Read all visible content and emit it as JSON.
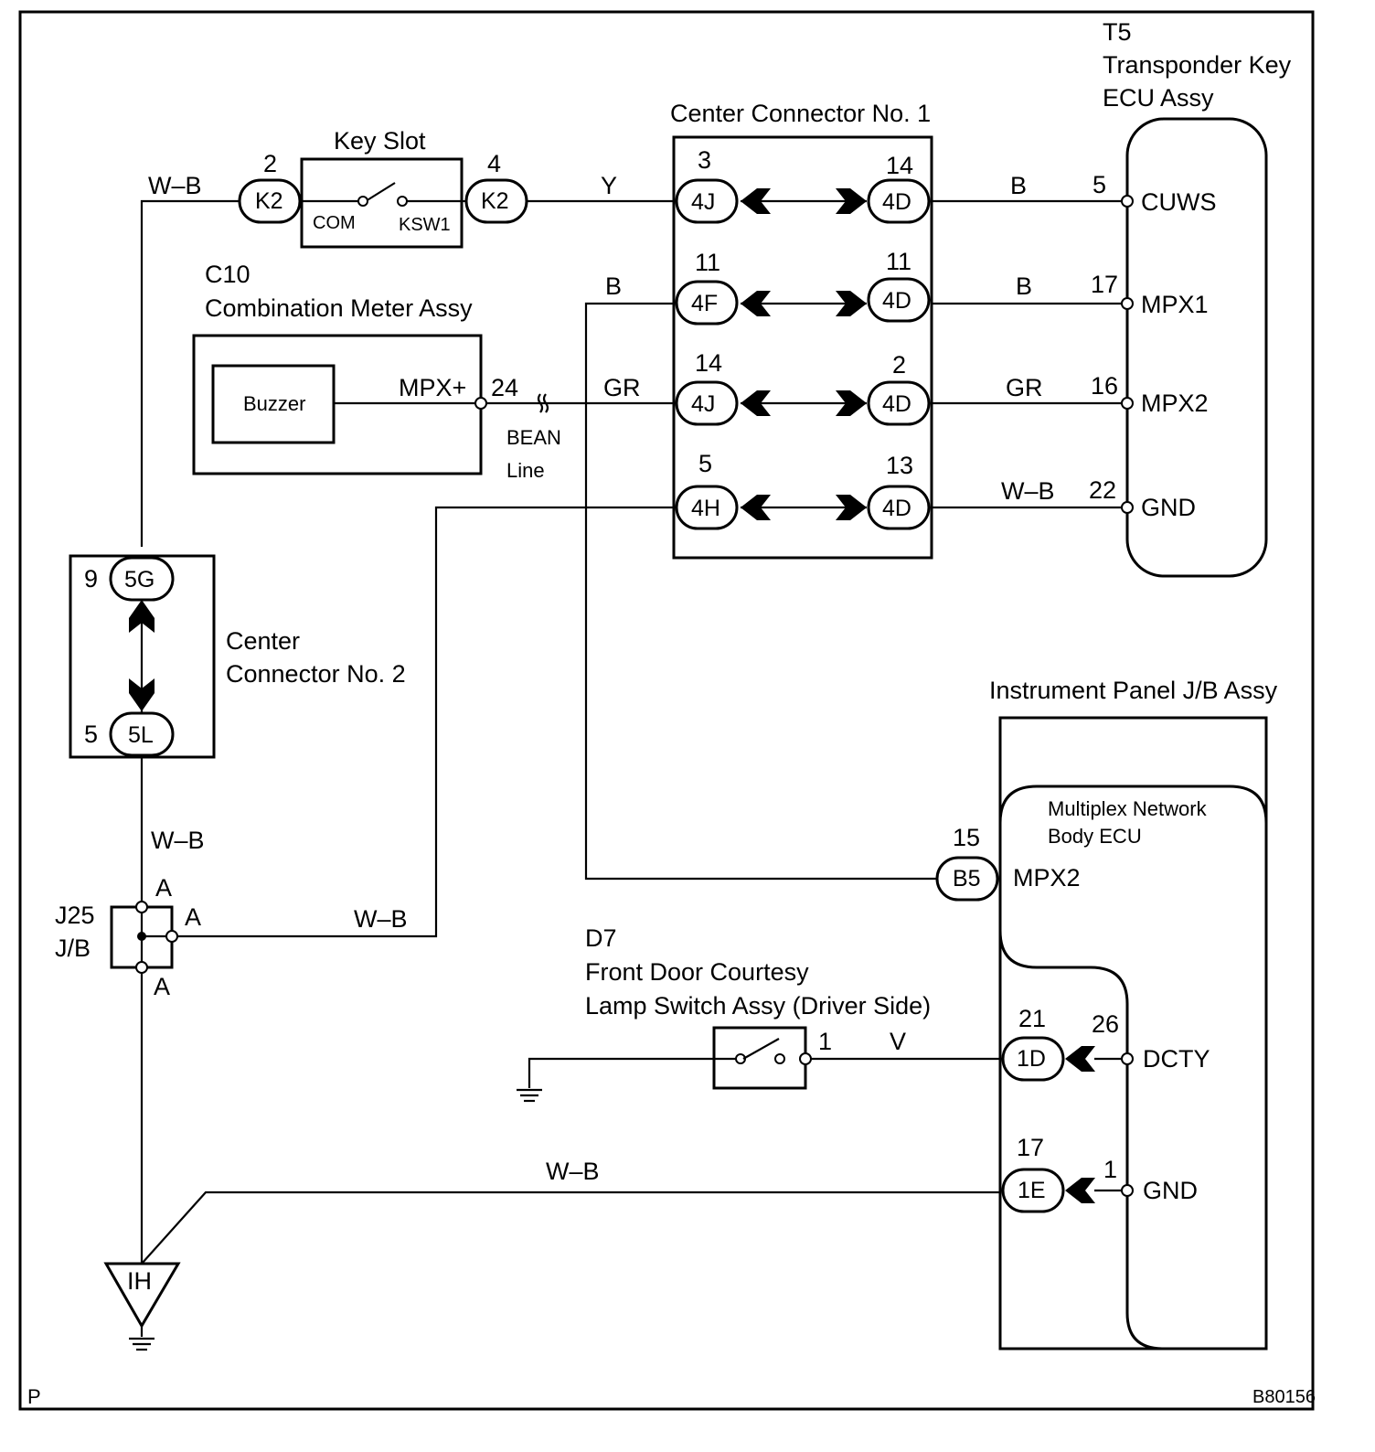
{
  "components": {
    "t5": {
      "code": "T5",
      "name_line1": "Transponder Key",
      "name_line2": "ECU Assy",
      "pins": {
        "cuws": "CUWS",
        "mpx1": "MPX1",
        "mpx2": "MPX2",
        "gnd": "GND"
      },
      "pin_numbers": {
        "cuws": "5",
        "mpx1": "17",
        "mpx2": "16",
        "gnd": "22"
      }
    },
    "key_slot": {
      "name": "Key Slot",
      "com": "COM",
      "ksw1": "KSW1"
    },
    "center_connector_1": {
      "name": "Center Connector No. 1"
    },
    "c10": {
      "code": "C10",
      "name": "Combination Meter Assy",
      "buzzer": "Buzzer",
      "pin": "MPX+",
      "pin_number": "24"
    },
    "bean": {
      "line1": "BEAN",
      "line2": "Line"
    },
    "center_connector_2": {
      "name_line1": "Center",
      "name_line2": "Connector No. 2"
    },
    "j25": {
      "code": "J25",
      "type": "J/B",
      "pin_a": "A"
    },
    "ground": {
      "code": "IH"
    },
    "instrument_panel": {
      "name": "Instrument Panel J/B Assy",
      "ecu_line1": "Multiplex Network",
      "ecu_line2": "Body ECU",
      "pins": {
        "mpx2": "MPX2",
        "dcty": "DCTY",
        "gnd": "GND"
      }
    },
    "d7": {
      "code": "D7",
      "name_line1": "Front Door Courtesy",
      "name_line2": "Lamp Switch Assy (Driver Side)",
      "pin": "1"
    }
  },
  "connectors": {
    "k2_left": {
      "id": "K2",
      "pin": "2"
    },
    "k2_right": {
      "id": "K2",
      "pin": "4"
    },
    "cc1_row1_left": {
      "id": "4J",
      "pin": "3"
    },
    "cc1_row1_right": {
      "id": "4D",
      "pin": "14"
    },
    "cc1_row2_left": {
      "id": "4F",
      "pin": "11"
    },
    "cc1_row2_right": {
      "id": "4D",
      "pin": "11"
    },
    "cc1_row3_left": {
      "id": "4J",
      "pin": "14"
    },
    "cc1_row3_right": {
      "id": "4D",
      "pin": "2"
    },
    "cc1_row4_left": {
      "id": "4H",
      "pin": "5"
    },
    "cc1_row4_right": {
      "id": "4D",
      "pin": "13"
    },
    "cc2_top": {
      "id": "5G",
      "pin": "9"
    },
    "cc2_bottom": {
      "id": "5L",
      "pin": "5"
    },
    "b5": {
      "id": "B5",
      "pin": "15"
    },
    "c1d": {
      "id": "1D",
      "pin": "21",
      "ecu_pin": "26"
    },
    "c1e": {
      "id": "1E",
      "pin": "17",
      "ecu_pin": "1"
    }
  },
  "wires": {
    "wb_top": "W–B",
    "y": "Y",
    "b_mid": "B",
    "gr_mid": "GR",
    "b_r1": "B",
    "b_r2": "B",
    "gr_r3": "GR",
    "wb_r4": "W–B",
    "wb_left": "W–B",
    "wb_j25": "W–B",
    "v": "V",
    "wb_bottom": "W–B"
  },
  "footer": {
    "corner_left": "P",
    "figure_id": "B80156"
  }
}
